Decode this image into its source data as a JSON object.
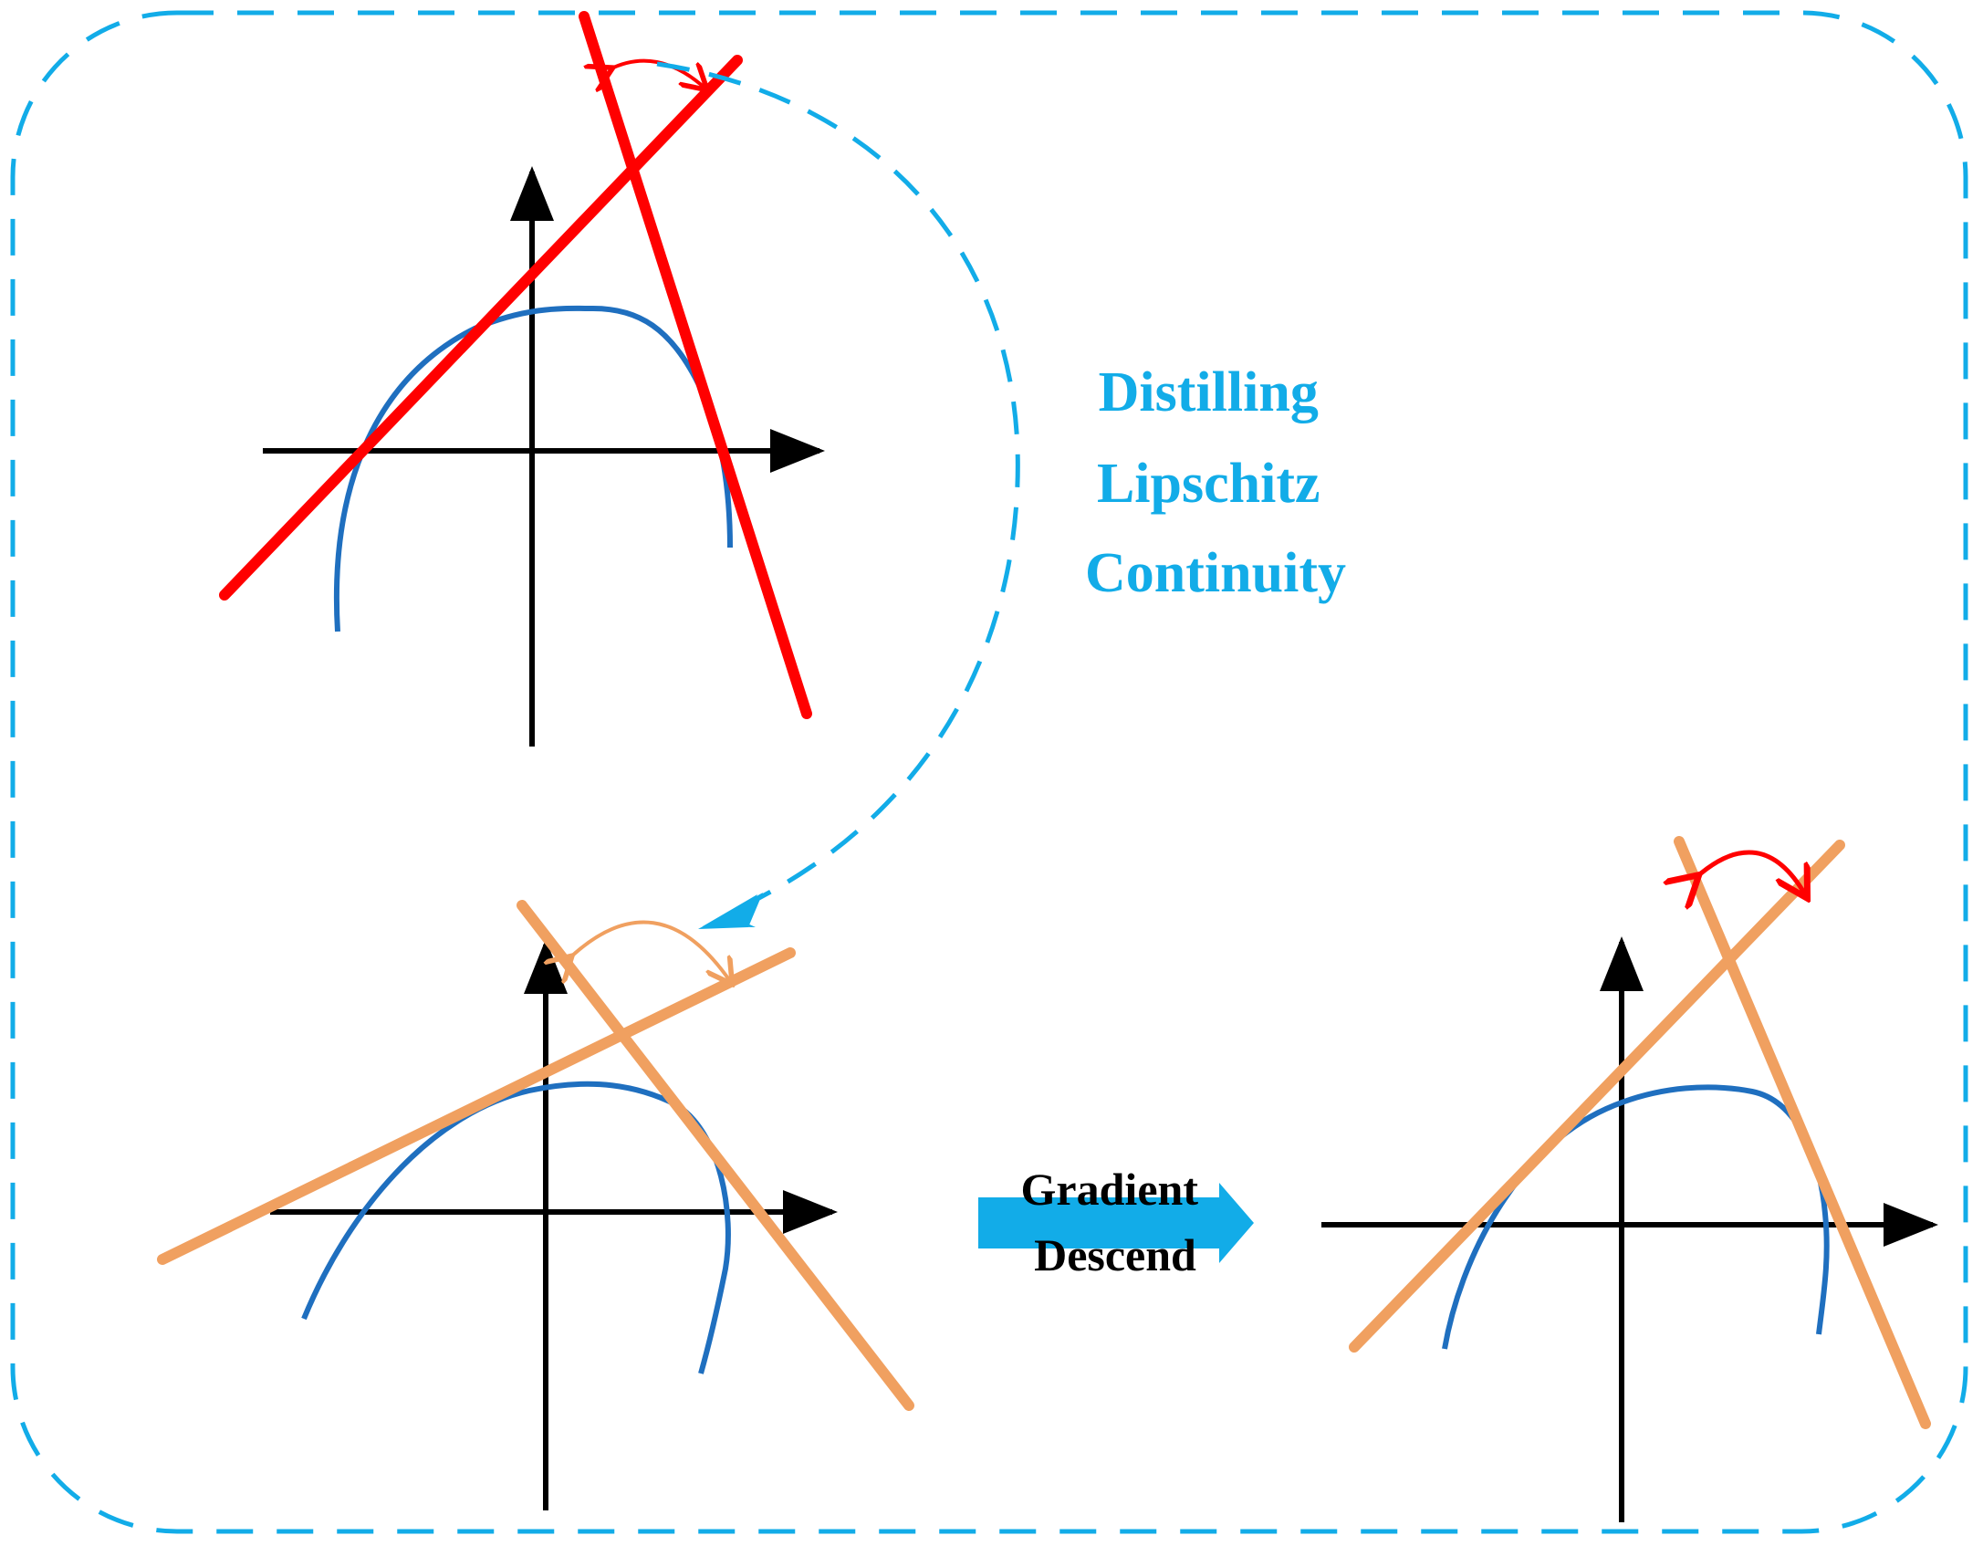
{
  "labels": {
    "distill_line1": "Distilling",
    "distill_line2": "Lipschitz",
    "distill_line3": "Continuity",
    "gradient_line1": "Gradient",
    "gradient_line2": "Descend"
  },
  "colors": {
    "border_dash": "#12ace8",
    "curve": "#1f6fbf",
    "axis": "#000000",
    "teacher_lines": "#ff0000",
    "student_lines": "#f0a060",
    "angle_arrow_red": "#ff0000",
    "angle_arrow_orange": "#f0a060",
    "label_blue": "#12ace8",
    "process_arrow": "#12ace8"
  },
  "panels": [
    {
      "name": "teacher-plot",
      "line_color": "teacher_lines"
    },
    {
      "name": "student-plot-before",
      "line_color": "student_lines"
    },
    {
      "name": "student-plot-after",
      "line_color": "student_lines"
    }
  ]
}
